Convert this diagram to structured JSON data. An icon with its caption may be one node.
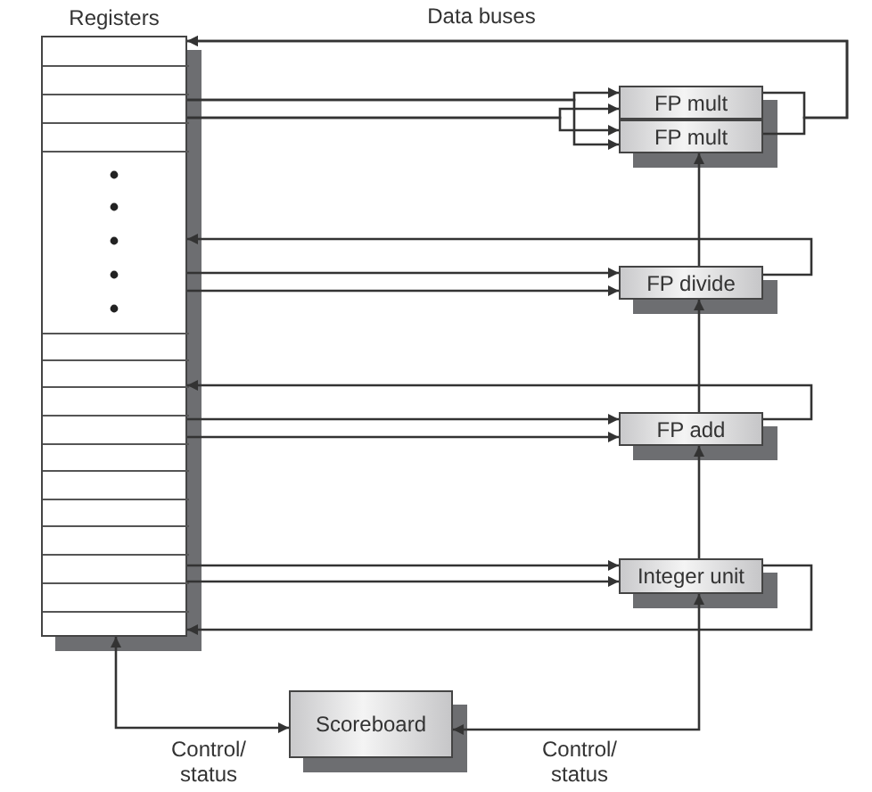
{
  "diagram": {
    "nodes": [
      {
        "text": [
          "Registers"
        ]
      },
      {
        "text": [
          "FP mult"
        ]
      },
      {
        "text": [
          "FP mult"
        ]
      },
      {
        "text": [
          "FP divide"
        ]
      },
      {
        "text": [
          "FP add"
        ]
      },
      {
        "text": [
          "Integer unit"
        ]
      },
      {
        "text": [
          "Scoreboard"
        ]
      }
    ],
    "edges": [
      {
        "from": 0,
        "to": 1,
        "arrow": "to"
      },
      {
        "from": 0,
        "to": 2,
        "arrow": "to"
      },
      {
        "from": 0,
        "to": 1,
        "arrow": "to"
      },
      {
        "from": 0,
        "to": 2,
        "arrow": "to"
      },
      {
        "from": 1,
        "to": 0,
        "arrow": "to"
      },
      {
        "from": 2,
        "to": 0,
        "arrow": "to"
      },
      {
        "from": 0,
        "to": 3,
        "arrow": "to"
      },
      {
        "from": 0,
        "to": 3,
        "arrow": "to"
      },
      {
        "from": 3,
        "to": 0,
        "arrow": "to"
      },
      {
        "from": 0,
        "to": 4,
        "arrow": "to"
      },
      {
        "from": 0,
        "to": 4,
        "arrow": "to"
      },
      {
        "from": 4,
        "to": 0,
        "arrow": "to"
      },
      {
        "from": 0,
        "to": 5,
        "arrow": "to"
      },
      {
        "from": 0,
        "to": 5,
        "arrow": "to"
      },
      {
        "from": 5,
        "to": 0,
        "arrow": "to"
      },
      {
        "from": 6,
        "to": 5,
        "arrow": "both",
        "label": "Control/ status"
      },
      {
        "from": 5,
        "to": 4,
        "arrow": "to"
      },
      {
        "from": 4,
        "to": 3,
        "arrow": "to"
      },
      {
        "from": 3,
        "to": 2,
        "arrow": "to"
      },
      {
        "from": 0,
        "to": 6,
        "arrow": "both",
        "label": "Control/ status"
      }
    ],
    "labels": [
      "Data buses"
    ]
  }
}
